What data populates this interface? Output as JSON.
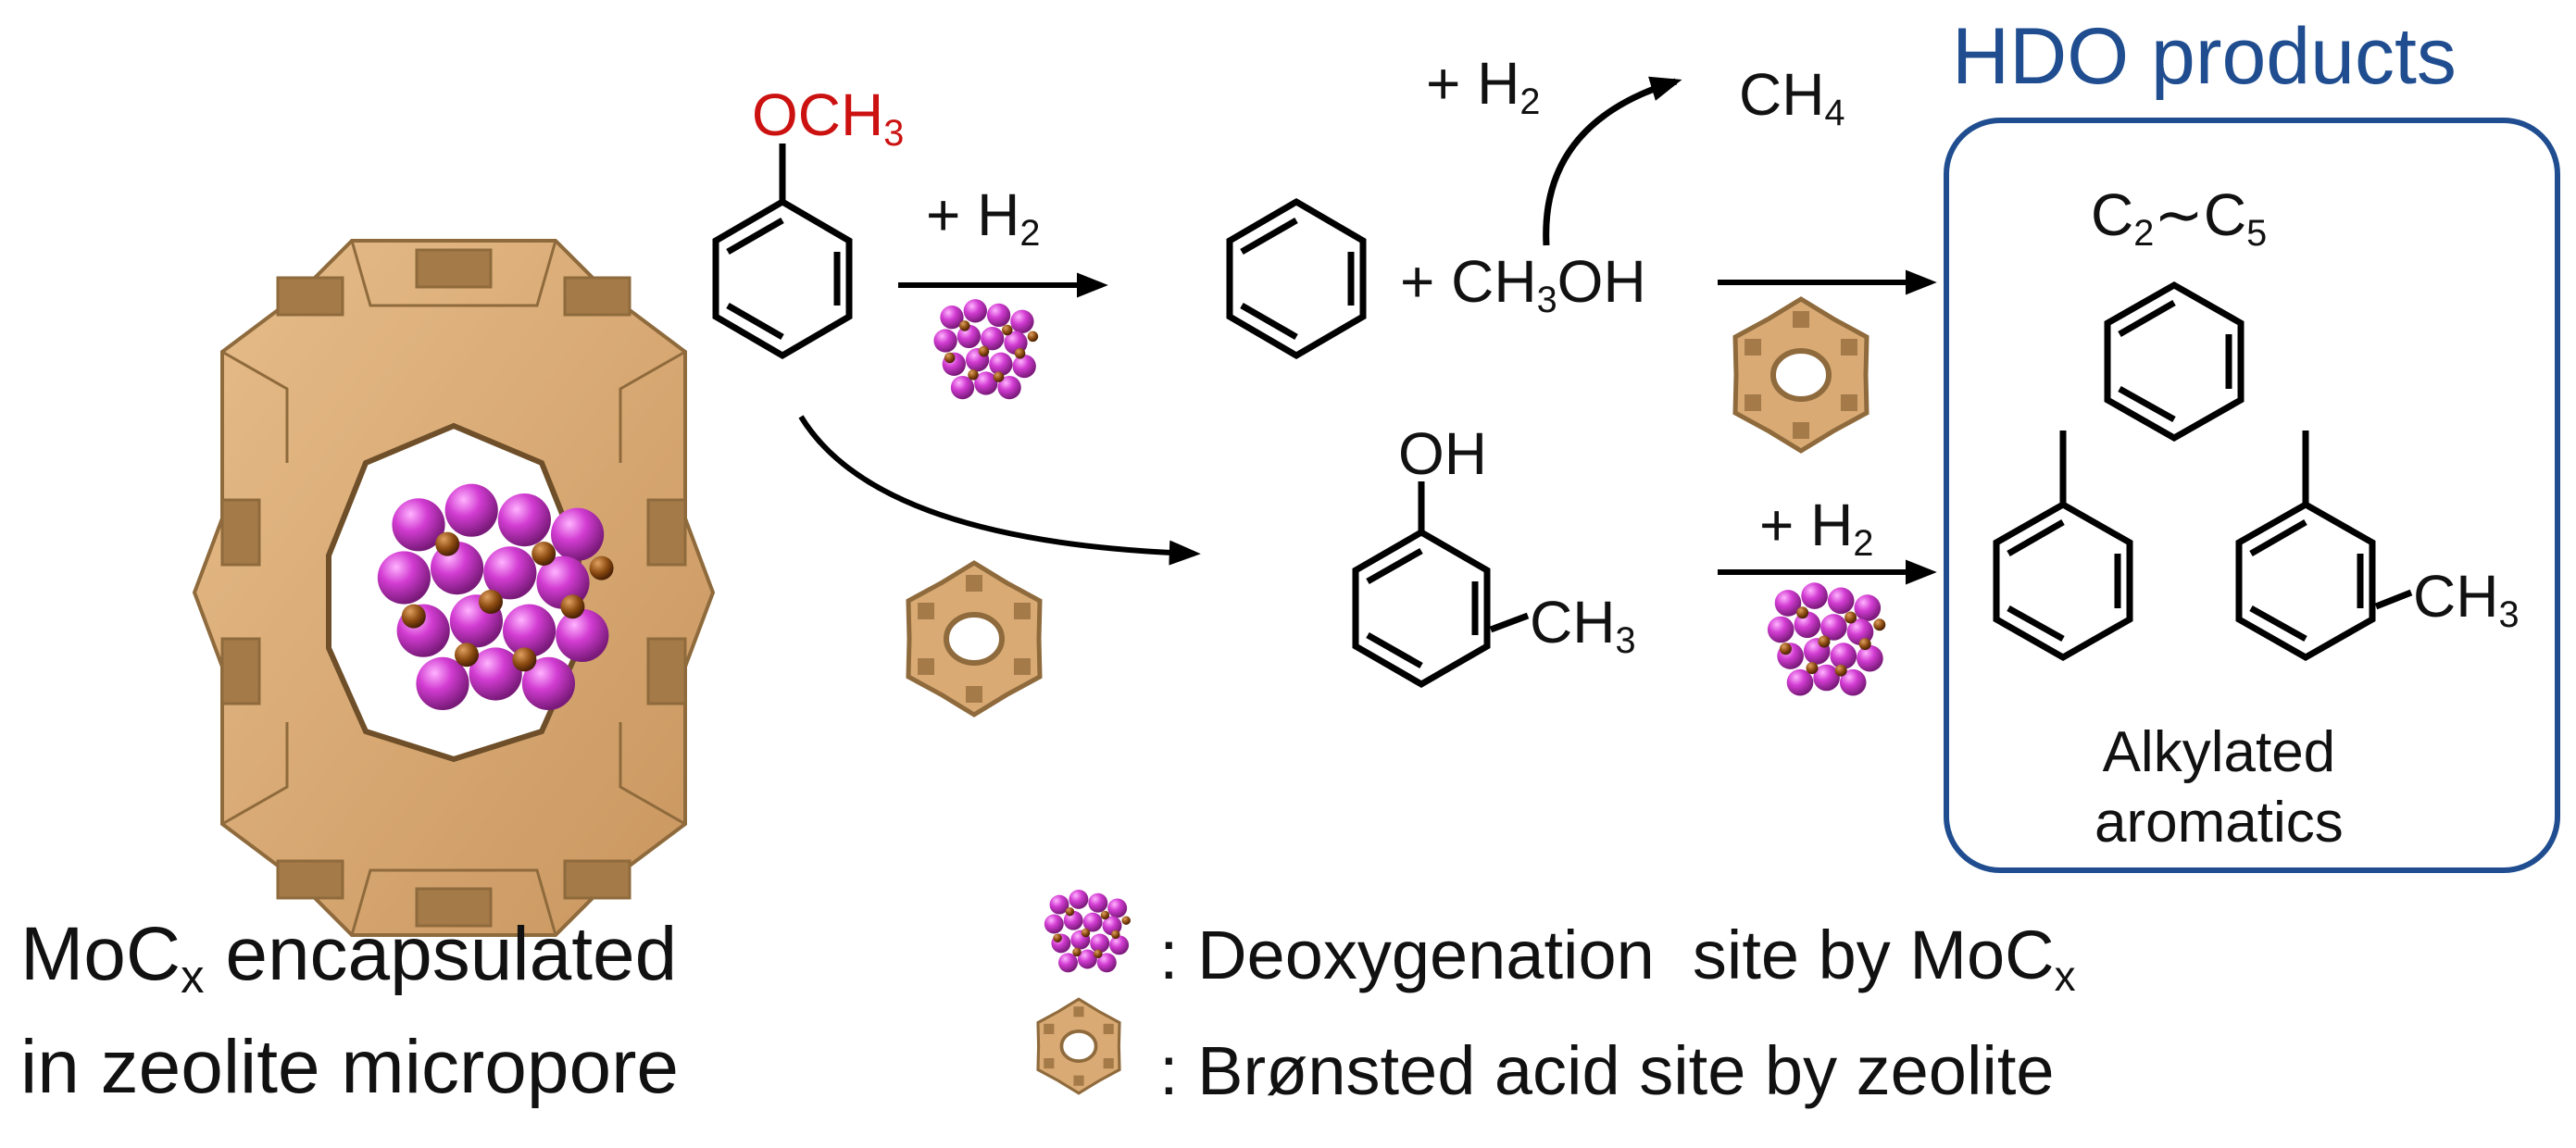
{
  "colors": {
    "zeolite": "#d9aa74",
    "zeolite_dark": "#8e6a3c",
    "moc_purple": "#cc33cc",
    "moc_carbon": "#8a4a10",
    "hdo_box": "#1f4d8f",
    "methoxy_red": "#cc1111"
  },
  "icons": [
    "zeolite-cage-icon",
    "moc-cluster-icon",
    "zeolite-ring-icon",
    "benzene-ring-icon"
  ],
  "reactant": {
    "substituent": "OCH",
    "substituent_sub": "3"
  },
  "steps": {
    "top_h2": {
      "prefix": "+ H",
      "sub": "2"
    },
    "methanol": {
      "prefix": "+ CH",
      "sub": "3",
      "suffix": "OH"
    },
    "methane_h2": {
      "prefix": "+ H",
      "sub": "2"
    },
    "methane": {
      "prefix": "CH",
      "sub": "4"
    },
    "cresol_oh": "OH",
    "cresol_ch3": {
      "prefix": "CH",
      "sub": "3"
    },
    "bottom_h2": {
      "prefix": "+ H",
      "sub": "2"
    }
  },
  "products": {
    "title": "HDO products",
    "light": {
      "c1": "C",
      "c1_sub": "2",
      "tilde": "∼",
      "c2": "C",
      "c2_sub": "5"
    },
    "xylene_ch3": {
      "prefix": "CH",
      "sub": "3"
    },
    "label_line1": "Alkylated",
    "label_line2": "aromatics"
  },
  "caption": {
    "line1_pre": "MoC",
    "line1_sub": "x",
    "line1_post": " encapsulated",
    "line2": "in zeolite micropore"
  },
  "legend": {
    "moc": {
      "pre": ": Deoxygenation  site by MoC",
      "sub": "x"
    },
    "zeolite": ": Brønsted acid site by zeolite"
  }
}
